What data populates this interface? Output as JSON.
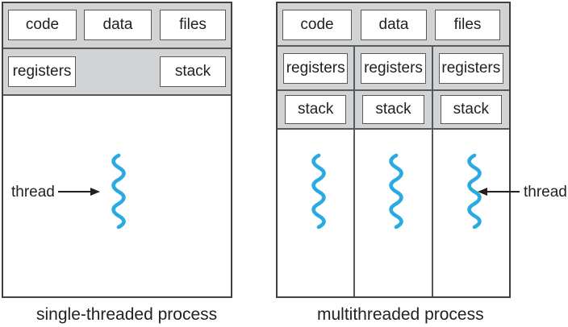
{
  "colors": {
    "panel_gray": "#d1d3d4",
    "inner_border_gray": "#58595b",
    "outline_dark": "#404042",
    "thread_blue": "#29abe2",
    "text_dark": "#231f20"
  },
  "single_process": {
    "resource_boxes": [
      "code",
      "data",
      "files"
    ],
    "context_boxes": [
      "registers",
      "stack"
    ],
    "thread_label": "thread",
    "caption": "single-threaded process"
  },
  "multi_process": {
    "resource_boxes": [
      "code",
      "data",
      "files"
    ],
    "thread_columns": [
      {
        "registers": "registers",
        "stack": "stack"
      },
      {
        "registers": "registers",
        "stack": "stack"
      },
      {
        "registers": "registers",
        "stack": "stack"
      }
    ],
    "thread_label": "thread",
    "caption": "multithreaded process"
  }
}
